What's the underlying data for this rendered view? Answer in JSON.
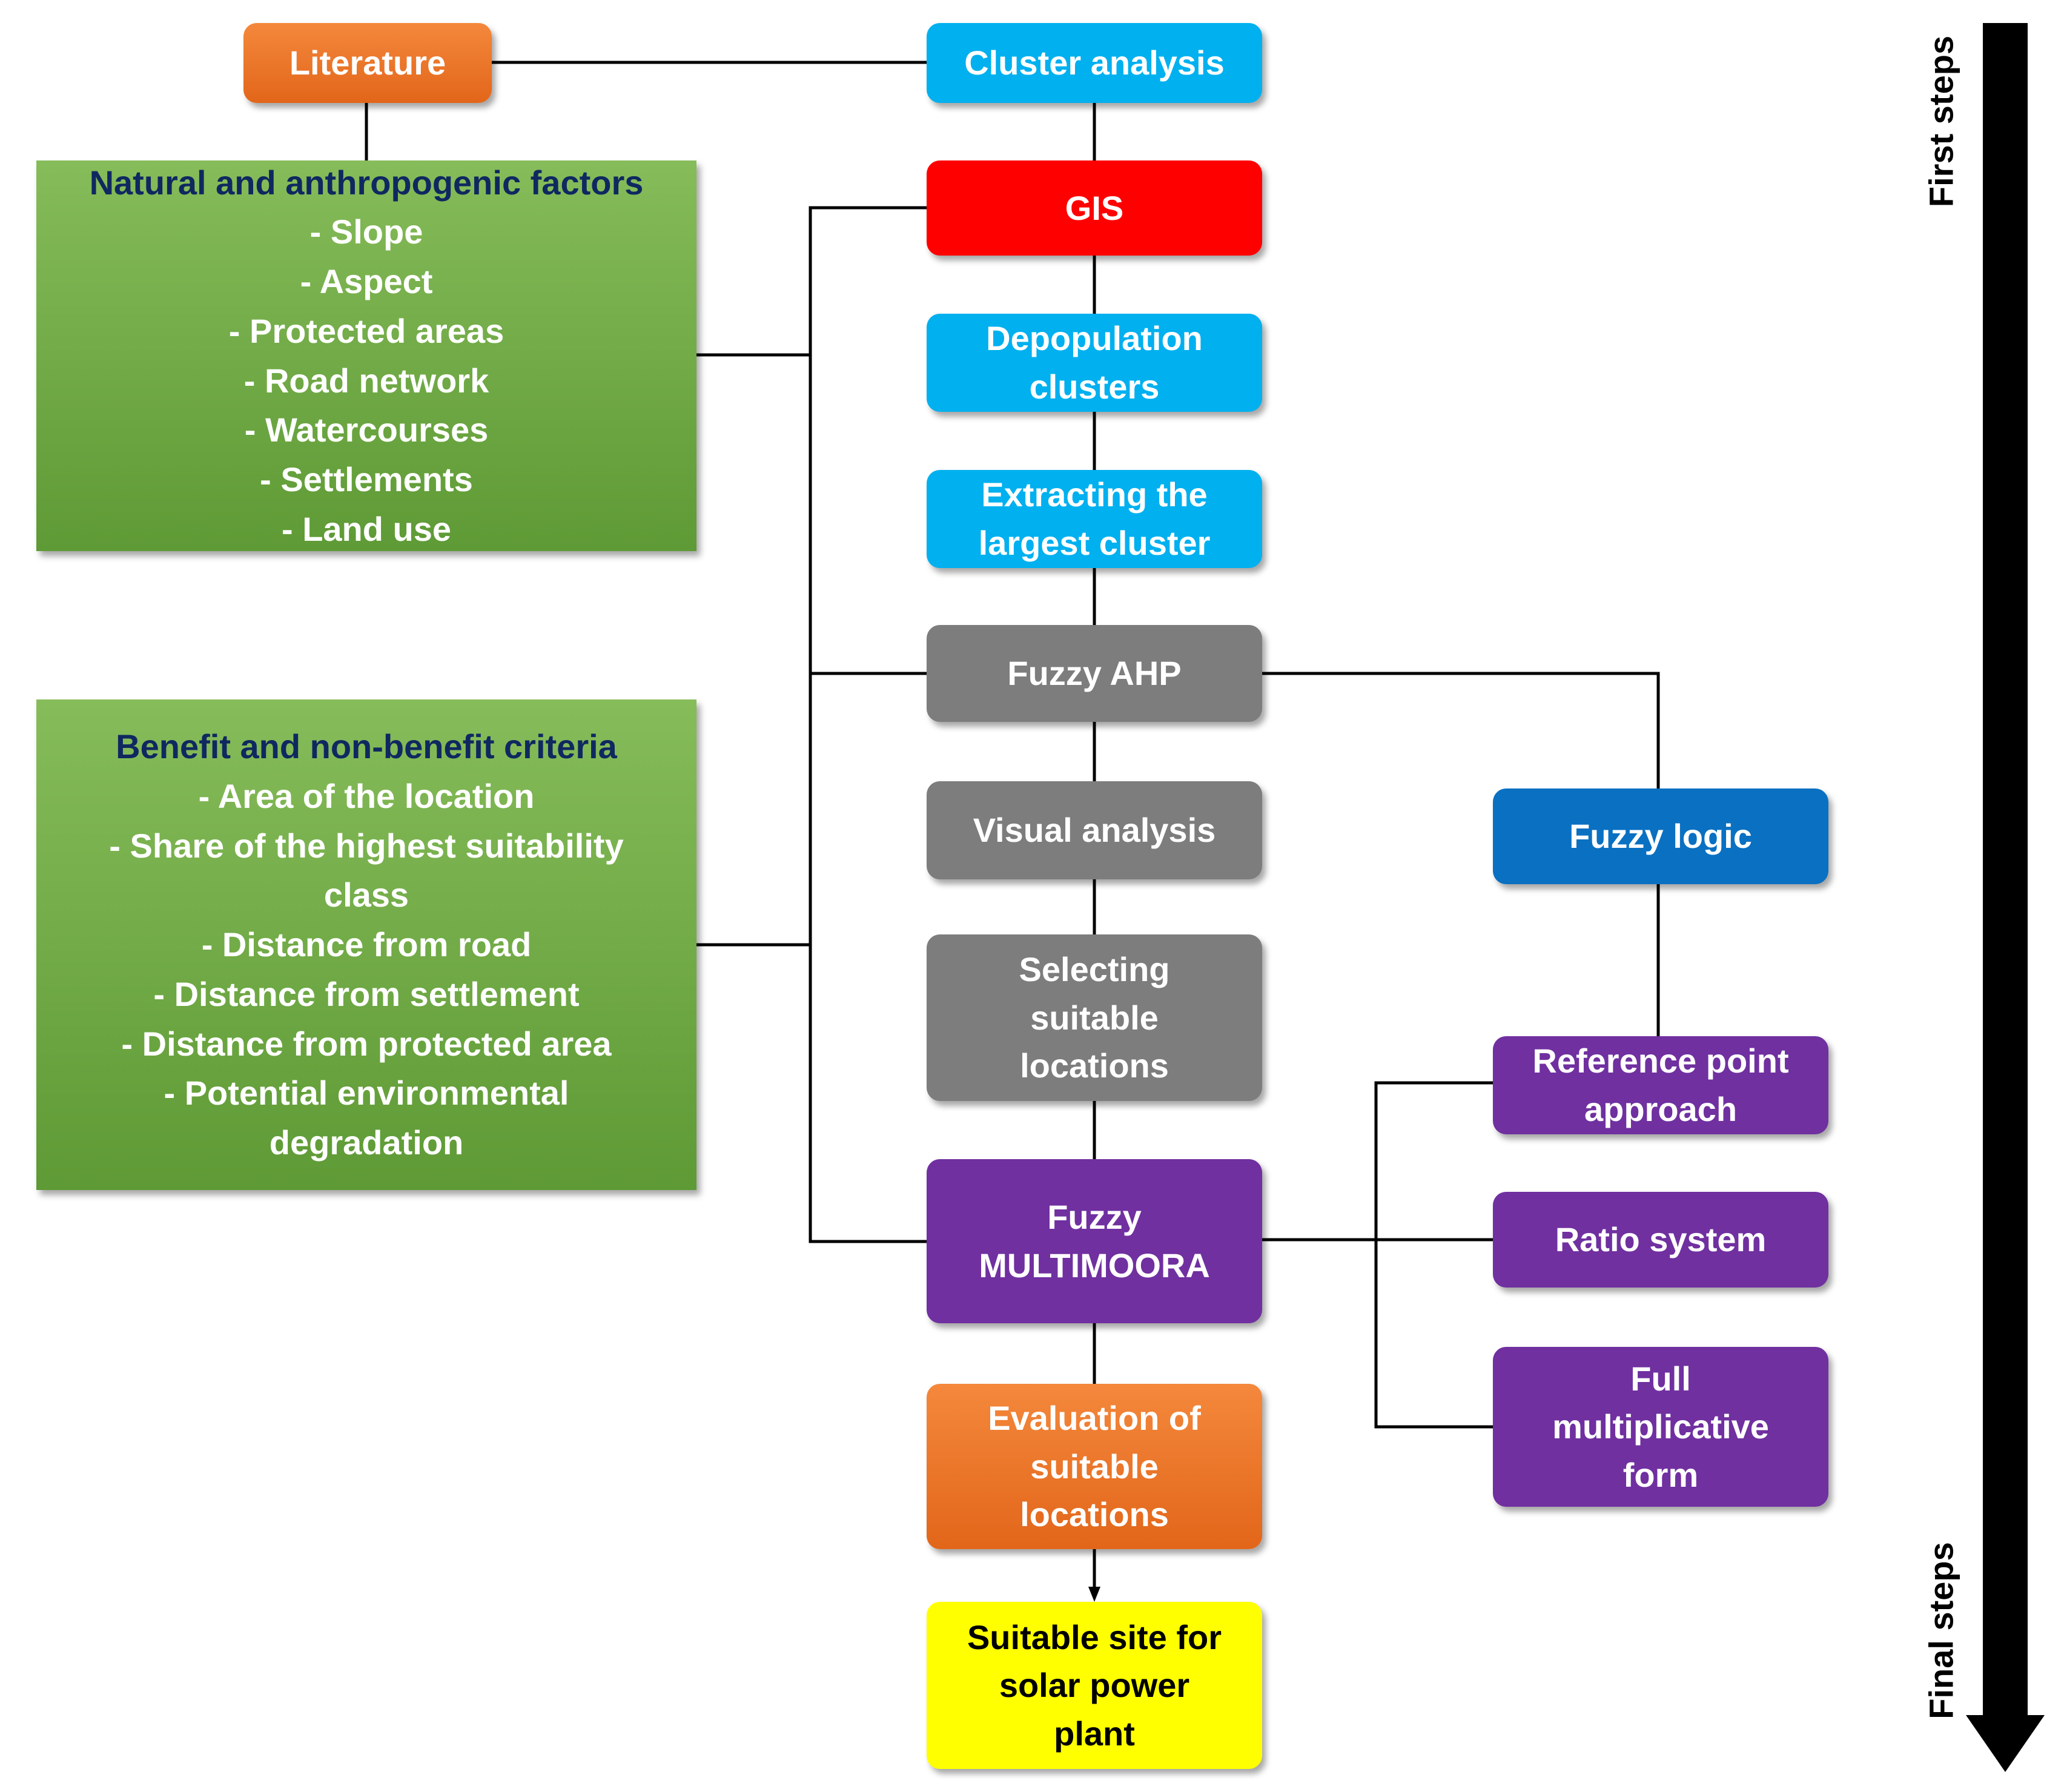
{
  "nodes": {
    "literature": [
      "Literature"
    ],
    "cluster_analysis": [
      "Cluster analysis"
    ],
    "gis": [
      "GIS"
    ],
    "depopulation_clusters": [
      "Depopulation",
      "clusters"
    ],
    "extracting_cluster": [
      "Extracting the",
      "largest cluster"
    ],
    "fuzzy_ahp": [
      "Fuzzy AHP"
    ],
    "visual_analysis": [
      "Visual analysis"
    ],
    "selecting_locations": [
      "Selecting",
      "suitable",
      "locations"
    ],
    "fuzzy_multimoora": [
      "Fuzzy",
      "MULTIMOORA"
    ],
    "evaluation_locations": [
      "Evaluation of",
      "suitable",
      "locations"
    ],
    "suitable_site": [
      "Suitable site for",
      "solar power",
      "plant"
    ],
    "fuzzy_logic": [
      "Fuzzy logic"
    ],
    "reference_point": [
      "Reference point",
      "approach"
    ],
    "ratio_system": [
      "Ratio system"
    ],
    "full_multiplicative": [
      "Full",
      "multiplicative",
      "form"
    ]
  },
  "factors": {
    "title": "Natural and anthropogenic factors",
    "items": [
      "- Slope",
      "- Aspect",
      "- Protected areas",
      "- Road network",
      "- Watercourses",
      "- Settlements",
      "- Land use"
    ]
  },
  "criteria": {
    "title": "Benefit and non-benefit criteria",
    "items": [
      "- Area of the location",
      "- Share of the highest suitability",
      "class",
      "- Distance from road",
      "- Distance from settlement",
      "- Distance from protected area",
      "- Potential environmental",
      "degradation"
    ]
  },
  "arrow": {
    "start_label": "First steps",
    "end_label": "Final steps"
  },
  "colors": {
    "orange": "#e2661a",
    "cyan": "#00b0ef",
    "red": "#ff0000",
    "grey": "#7d7d7d",
    "blue": "#0a70c2",
    "purple": "#7030a0",
    "yellow": "#ffff00",
    "green": "#70ad47",
    "header_navy": "#0f2860"
  }
}
